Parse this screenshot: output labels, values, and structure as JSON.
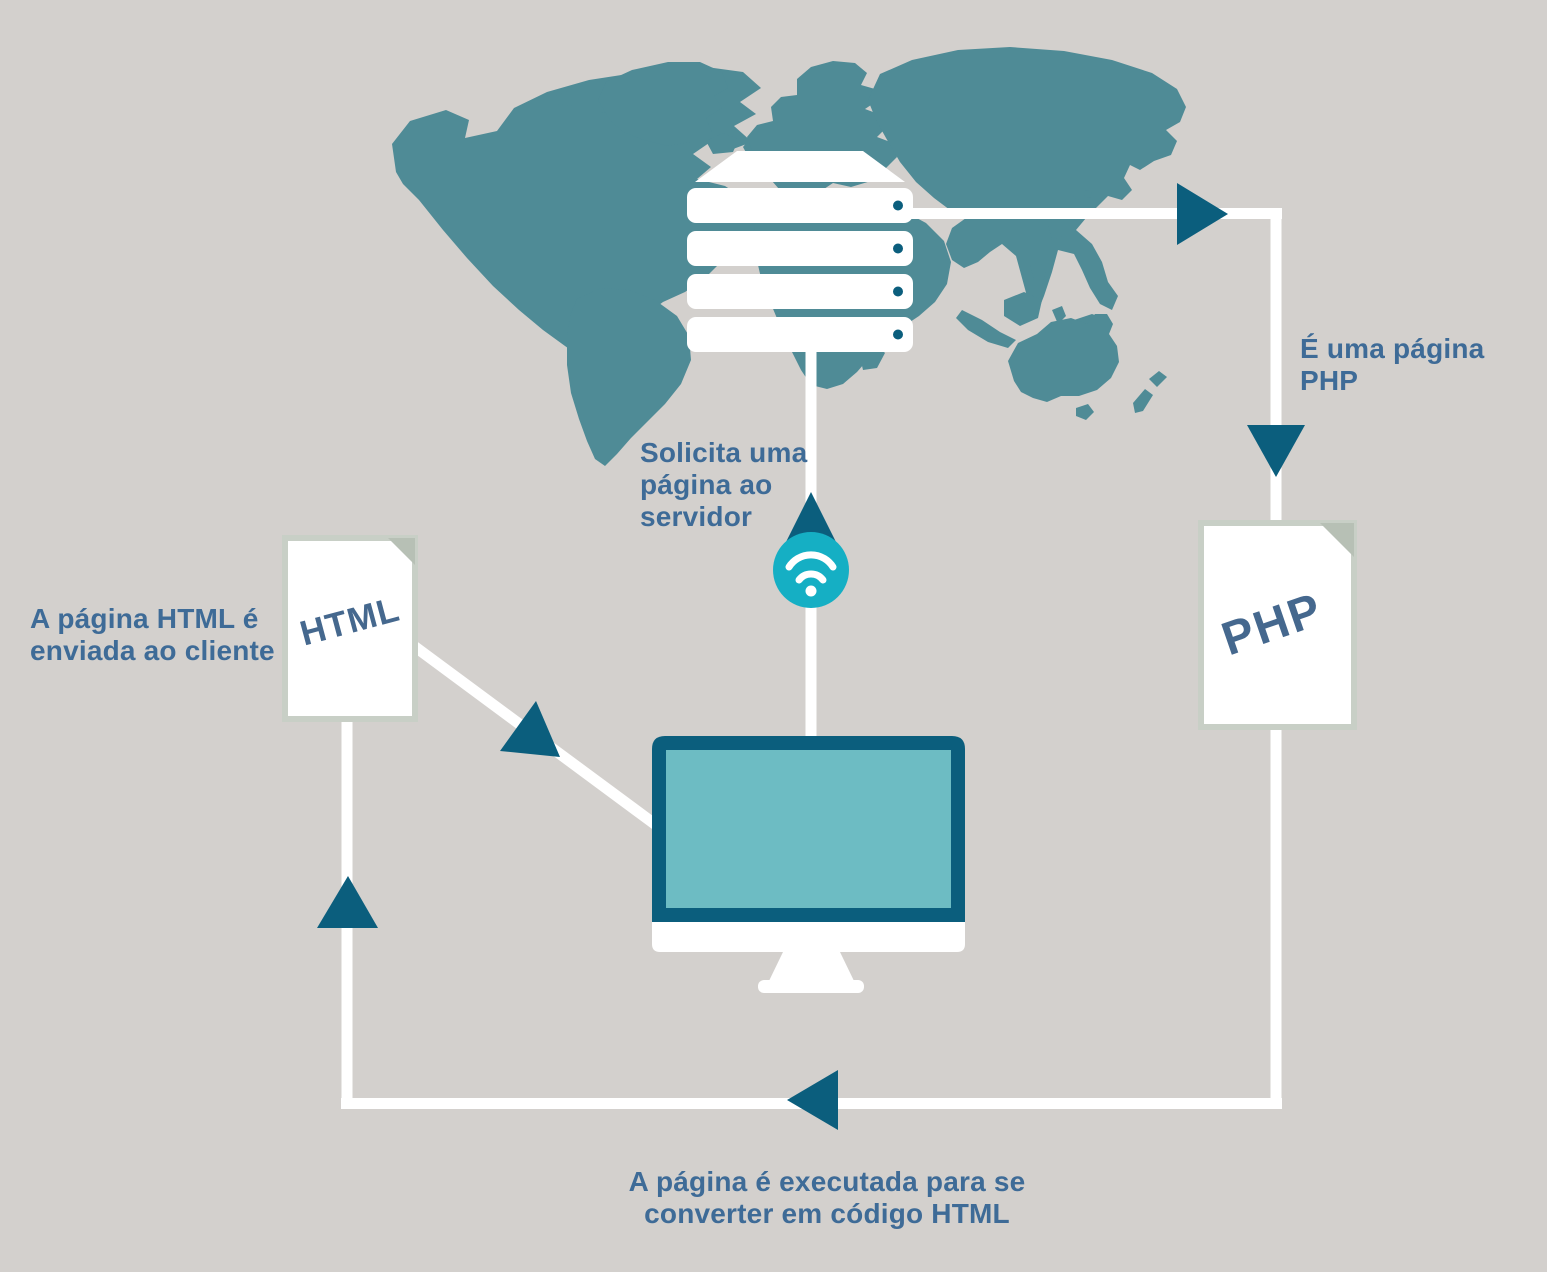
{
  "theme": {
    "bg": "#d3d0cd",
    "map": "#4f8b96",
    "dark_teal": "#0b5e7d",
    "cyan": "#15afc4",
    "screen": "#6dbcc3",
    "text_blue": "#3e6b97",
    "doc_label_blue": "#45688e",
    "doc_border": "#c8cfc6",
    "doc_fold": "#b7c0b5",
    "white": "#ffffff"
  },
  "labels": {
    "request": "Solicita uma\npágina ao\nservidor",
    "php_page": "É uma página PHP",
    "html_sent": "A página HTML é\nenviada ao cliente",
    "executed": "A página é executada para se\nconverter em código HTML"
  },
  "documents": {
    "html": {
      "label": "HTML"
    },
    "php": {
      "label": "PHP"
    }
  },
  "icons": {
    "world_map": "world-map",
    "server": "server-rack",
    "wifi": "wifi-signal-pin",
    "monitor": "desktop-computer",
    "arrow": "triangle-flow-arrow",
    "html_document": "html-document",
    "php_document": "php-document"
  }
}
